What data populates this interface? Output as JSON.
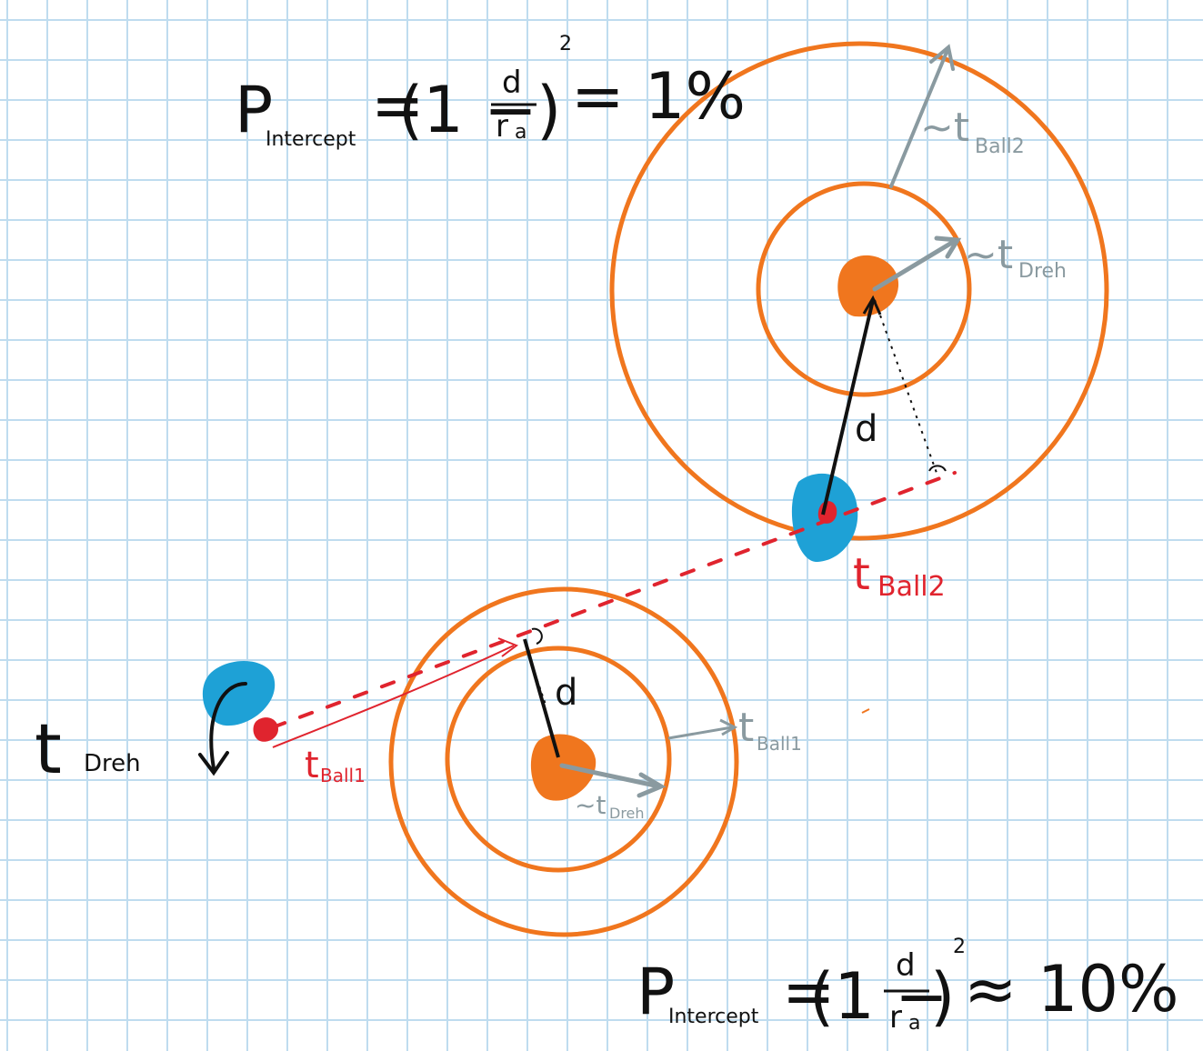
{
  "formulas": {
    "top": {
      "p": "P",
      "sub": "Intercept",
      "eq": "=",
      "open": "(1 −",
      "num": "d",
      "den": "r",
      "den_sub": "a",
      "close": ")",
      "exp": "2",
      "result": "= 1%"
    },
    "bottom": {
      "p": "P",
      "sub": "Intercept",
      "eq": "=",
      "open": "(1 −",
      "num": "d",
      "den": "r",
      "den_sub": "a",
      "close": ")",
      "exp": "2",
      "result": "≈ 10%"
    }
  },
  "labels": {
    "t_dreh_main": "t",
    "t_dreh_main_sub": "Dreh",
    "t_ball1_red": "t",
    "t_ball1_red_sub": "Ball1",
    "t_ball1_grey": "t",
    "t_ball1_grey_sub": "Ball1",
    "t_dreh_small": "~t",
    "t_dreh_small_sub": "Dreh",
    "d_lower": "d",
    "d_upper": "d",
    "t_ball2_red": "t",
    "t_ball2_red_sub": "Ball2",
    "t_dreh_upper": "~t",
    "t_dreh_upper_sub": "Dreh",
    "t_ball2_grey": "~t",
    "t_ball2_grey_sub": "Ball2"
  },
  "colors": {
    "orange": "#f0761e",
    "blue": "#1ea1d6",
    "red": "#e0242e",
    "grey": "#8a9aa0",
    "black": "#111111"
  }
}
